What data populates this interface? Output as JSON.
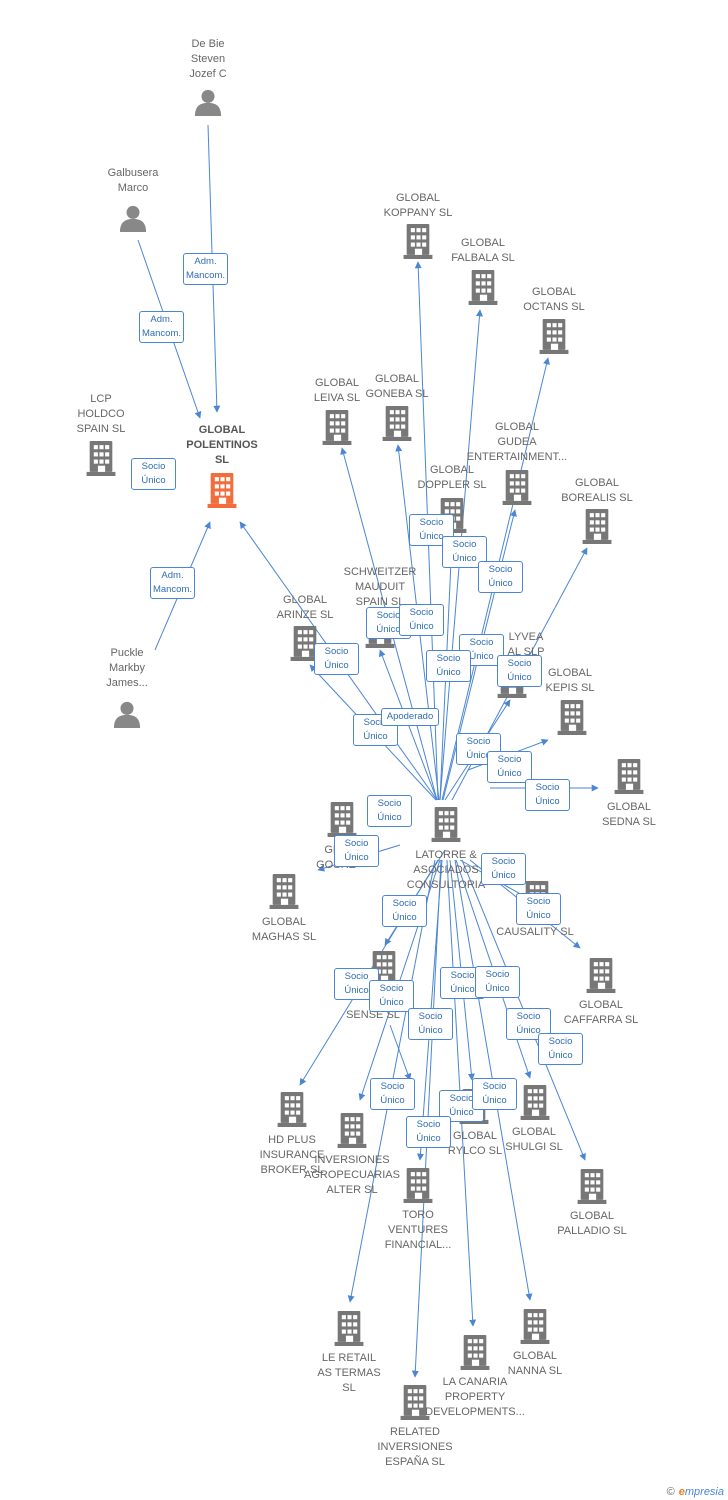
{
  "colors": {
    "edge": "#4a86d4",
    "company": "#777777",
    "focus": "#f26c3c",
    "person": "#888888",
    "label": "#666666"
  },
  "nodes": [
    {
      "id": "debie",
      "type": "person",
      "label": [
        "De Bie",
        "Steven",
        "Jozef C"
      ]
    },
    {
      "id": "galbusera",
      "type": "person",
      "label": [
        "Galbusera",
        "Marco"
      ]
    },
    {
      "id": "lcp",
      "type": "company",
      "label": [
        "LCP",
        "HOLDCO",
        "SPAIN  SL"
      ]
    },
    {
      "id": "polentinos",
      "type": "focus",
      "label": [
        "GLOBAL",
        "POLENTINOS",
        "SL"
      ]
    },
    {
      "id": "puckle",
      "type": "person",
      "label": [
        "Puckle",
        "Markby",
        "James..."
      ]
    },
    {
      "id": "koppany",
      "type": "company",
      "label": [
        "GLOBAL",
        "KOPPANY  SL"
      ]
    },
    {
      "id": "falbala",
      "type": "company",
      "label": [
        "GLOBAL",
        "FALBALA  SL"
      ]
    },
    {
      "id": "octans",
      "type": "company",
      "label": [
        "GLOBAL",
        "OCTANS  SL"
      ]
    },
    {
      "id": "leiva",
      "type": "company",
      "label": [
        "GLOBAL",
        "LEIVA  SL"
      ]
    },
    {
      "id": "goneba",
      "type": "company",
      "label": [
        "GLOBAL",
        "GONEBA  SL"
      ]
    },
    {
      "id": "gudea",
      "type": "company",
      "label": [
        "GLOBAL",
        "GUDEA",
        "ENTERTAINMENT..."
      ]
    },
    {
      "id": "doppler",
      "type": "company",
      "label": [
        "GLOBAL",
        "DOPPLER  SL"
      ]
    },
    {
      "id": "borealis",
      "type": "company",
      "label": [
        "GLOBAL",
        "BOREALIS  SL"
      ]
    },
    {
      "id": "schweitzer",
      "type": "company",
      "label": [
        "SCHWEITZER",
        "MAUDUIT",
        "SPAIN SL"
      ]
    },
    {
      "id": "arinze",
      "type": "company",
      "label": [
        "GLOBAL",
        "ARINZE  SL"
      ]
    },
    {
      "id": "lyvea",
      "type": "company",
      "label": [
        "LYVEA",
        "AL  SLP"
      ]
    },
    {
      "id": "kepis",
      "type": "company",
      "label": [
        "GLOBAL",
        "KEPIS  SL"
      ]
    },
    {
      "id": "sedna",
      "type": "company",
      "label": [
        "GLOBAL",
        "SEDNA  SL"
      ]
    },
    {
      "id": "latorre",
      "type": "company",
      "label": [
        "LATORRE &",
        "ASOCIADOS",
        "CONSULTORIA"
      ]
    },
    {
      "id": "goshen",
      "type": "company",
      "label": [
        "GLO",
        "GOSHE"
      ]
    },
    {
      "id": "maghas",
      "type": "company",
      "label": [
        "GLOBAL",
        "MAGHAS  SL"
      ]
    },
    {
      "id": "causality",
      "type": "company",
      "label": [
        "CAUSALITY  SL"
      ]
    },
    {
      "id": "caffarra",
      "type": "company",
      "label": [
        "GLOBAL",
        "CAFFARRA  SL"
      ]
    },
    {
      "id": "sense",
      "type": "company",
      "label": [
        "SENSE  SL"
      ]
    },
    {
      "id": "hdplus",
      "type": "company",
      "label": [
        "HD PLUS",
        "INSURANCE",
        "BROKER  SL"
      ]
    },
    {
      "id": "alter",
      "type": "company",
      "label": [
        "INVERSIONES",
        "AGROPECUARIAS",
        "ALTER  SL"
      ]
    },
    {
      "id": "toro",
      "type": "company",
      "label": [
        "TORO",
        "VENTURES",
        "FINANCIAL..."
      ]
    },
    {
      "id": "rylco",
      "type": "company",
      "label": [
        "GLOBAL",
        "RYLCO  SL"
      ]
    },
    {
      "id": "shulgi",
      "type": "company",
      "label": [
        "GLOBAL",
        "SHULGI  SL"
      ]
    },
    {
      "id": "palladio",
      "type": "company",
      "label": [
        "GLOBAL",
        "PALLADIO  SL"
      ]
    },
    {
      "id": "leretail",
      "type": "company",
      "label": [
        "LE RETAIL",
        "AS TERMAS",
        "SL"
      ]
    },
    {
      "id": "nanna",
      "type": "company",
      "label": [
        "GLOBAL",
        "NANNA  SL"
      ]
    },
    {
      "id": "canaria",
      "type": "company",
      "label": [
        "LA CANARIA",
        "PROPERTY",
        "DEVELOPMENTS..."
      ]
    },
    {
      "id": "related",
      "type": "company",
      "label": [
        "RELATED",
        "INVERSIONES",
        "ESPAÑA  SL"
      ]
    }
  ],
  "relations": [
    {
      "text": "Adm.\nMancom."
    },
    {
      "text": "Adm.\nMancom."
    },
    {
      "text": "Socio\nÚnico"
    },
    {
      "text": "Adm.\nMancom."
    },
    {
      "text": "Socio\nÚnico"
    },
    {
      "text": "Socio\nÚnico"
    },
    {
      "text": "Socio\nÚnico"
    },
    {
      "text": "Socio\nÚnico"
    },
    {
      "text": "Socio\nÚnico"
    },
    {
      "text": "Socio\nÚnico"
    },
    {
      "text": "Socio\nÚnico"
    },
    {
      "text": "Socio\nÚnico"
    },
    {
      "text": "Socio\nÚnico"
    },
    {
      "text": "Socio\nÚnico"
    },
    {
      "text": "Apoderado"
    },
    {
      "text": "Socio\nÚnico"
    },
    {
      "text": "Socio\nÚnico"
    },
    {
      "text": "Socio\nÚnico"
    },
    {
      "text": "Socio\nÚnico"
    },
    {
      "text": "Socio\nÚnico"
    },
    {
      "text": "Socio\nÚnico"
    },
    {
      "text": "Socio\nÚnico"
    },
    {
      "text": "Socio\nÚnico"
    },
    {
      "text": "Socio\nÚnico"
    },
    {
      "text": "Socio\nÚnico"
    },
    {
      "text": "Socio\nÚnico"
    },
    {
      "text": "Socio\nÚnico"
    },
    {
      "text": "Socio\nÚnico"
    },
    {
      "text": "Socio\nÚnico"
    },
    {
      "text": "Socio\nÚnico"
    },
    {
      "text": "Socio\nÚnico"
    },
    {
      "text": "Socio\nÚnico"
    },
    {
      "text": "Socio\nÚnico"
    },
    {
      "text": "Socio\nÚnico"
    }
  ],
  "footer": {
    "copyright": "©",
    "brand": "mpresia",
    "brand_initial": "e"
  }
}
